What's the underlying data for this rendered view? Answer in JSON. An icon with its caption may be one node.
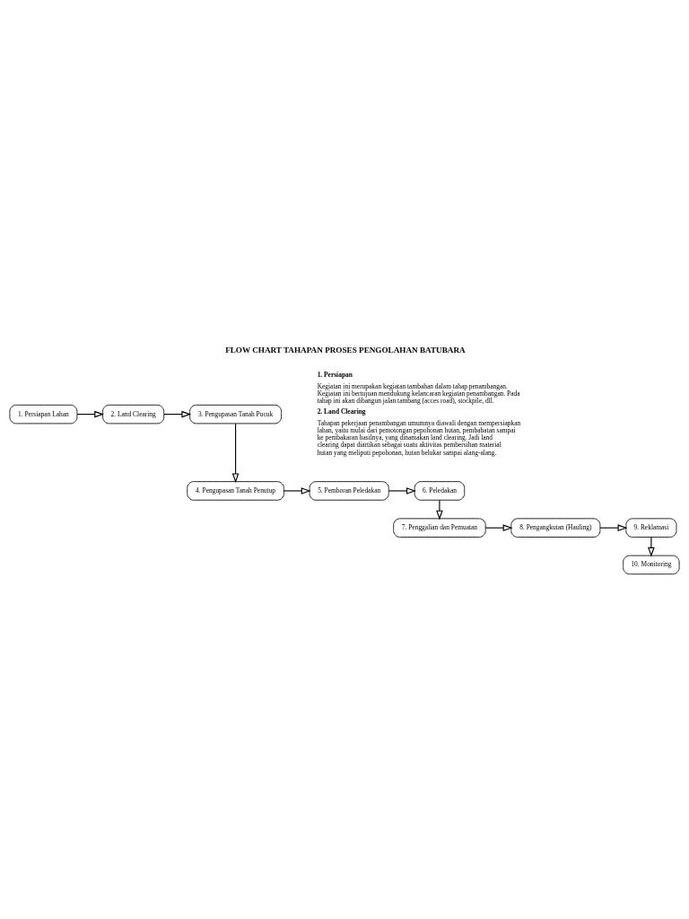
{
  "diagram": {
    "title": "FLOW CHART TAHAPAN PROSES PENGOLAHAN BATUBARA",
    "nodes": [
      {
        "text": [
          "1. Persiapan Lahan"
        ]
      },
      {
        "text": [
          "2. Land Clearing"
        ]
      },
      {
        "text": [
          "3. Pengupasan Tanah Pucuk"
        ]
      },
      {
        "text": [
          "4. Pengupasan Tanah Penutup"
        ]
      },
      {
        "text": [
          "5. Pemboran Peledakan"
        ]
      },
      {
        "text": [
          "6. Peledakan"
        ]
      },
      {
        "text": [
          "7. Penggalian dan Pemuatan"
        ]
      },
      {
        "text": [
          "8. Pengangkutan (Hauling)"
        ]
      },
      {
        "text": [
          "9. Reklamasi"
        ]
      },
      {
        "text": [
          "10. Monitoring"
        ]
      }
    ],
    "edges": [
      {
        "from": 0,
        "to": 1,
        "arrow": "to"
      },
      {
        "from": 1,
        "to": 2,
        "arrow": "to"
      },
      {
        "from": 2,
        "to": 3,
        "arrow": "to"
      },
      {
        "from": 3,
        "to": 4,
        "arrow": "to"
      },
      {
        "from": 4,
        "to": 5,
        "arrow": "to"
      },
      {
        "from": 5,
        "to": 6,
        "arrow": "to"
      },
      {
        "from": 6,
        "to": 7,
        "arrow": "to"
      },
      {
        "from": 7,
        "to": 8,
        "arrow": "to"
      },
      {
        "from": 8,
        "to": 9,
        "arrow": "to"
      }
    ],
    "labels": [
      "1. Persiapan",
      "Kegiatan ini merupakan kegiatan tambahan dalam tahap penambangan. Kegiatan ini bertujuan mendukung kelancaran kegiatan penambangan. Pada tahap ini akan dibangun jalan tambang (acces road), stockpile, dll.",
      "2. Land Clearing",
      "Tahapan pekerjaan penambangan umumnya diawali dengan mempersiapkan lahan, yaitu mulai dari pemotongan pepohonan hutan, pembabatan sampai ke pembakaran hasilnya, yang dinamakan land clearing. Jadi land clearing dapat diartikan sebagai suatu aktivitas pembersihan material hutan yang meliputi pepohonan, hutan belukar sampai alang-alang."
    ]
  }
}
